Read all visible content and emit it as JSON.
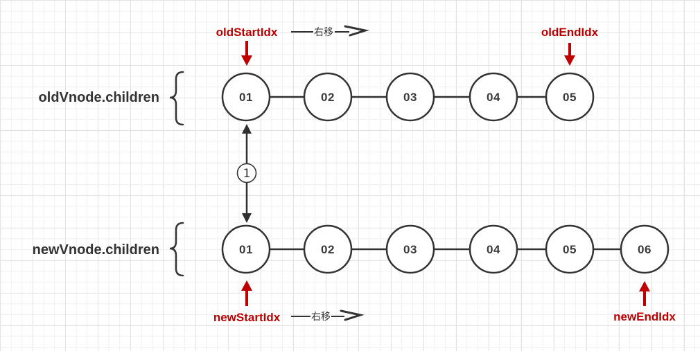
{
  "diagram": {
    "old_row": {
      "label": "oldVnode.children",
      "nodes": [
        "01",
        "02",
        "03",
        "04",
        "05"
      ]
    },
    "new_row": {
      "label": "newVnode.children",
      "nodes": [
        "01",
        "02",
        "03",
        "04",
        "05",
        "06"
      ]
    },
    "pointers": {
      "old_start": "oldStartIdx",
      "old_end": "oldEndIdx",
      "new_start": "newStartIdx",
      "new_end": "newEndIdx"
    },
    "move_right_label": "右移",
    "step_badge": "1",
    "colors": {
      "pointer_red": "#c00000",
      "line_dark": "#333333",
      "node_fill": "#ffffff",
      "grid_line": "#e3e3e3",
      "background": "#ffffff"
    }
  }
}
